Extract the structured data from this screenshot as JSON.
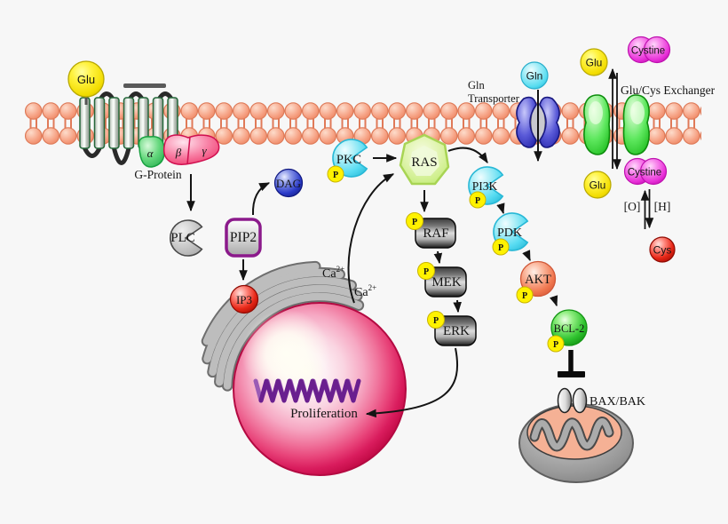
{
  "receptor_complex": {
    "ligand": "Glu",
    "g_protein": "G-Protein",
    "subunits": {
      "alpha": "α",
      "beta": "β",
      "gamma": "γ"
    }
  },
  "phospholipase_branch": {
    "plc": "PLC",
    "pip2": "PIP2",
    "dag": "DAG",
    "ip3": "IP3",
    "calcium": {
      "element": "Ca",
      "charge": "2+"
    }
  },
  "mapk_cascade": {
    "pkc": "PKC",
    "ras": "RAS",
    "raf": "RAF",
    "mek": "MEK",
    "erk": "ERK"
  },
  "pi3k_cascade": {
    "pi3k": "PI3K",
    "pdk": "PDK",
    "akt": "AKT",
    "bcl2": "BCL-2"
  },
  "phospho_badge": "P",
  "nucleus": {
    "proliferation": "Proliferation"
  },
  "mitochondria": {
    "bax_bak": "BAX/BAK"
  },
  "transport": {
    "gln_transporter": {
      "line1": "Gln",
      "line2": "Transporter",
      "substrate": "Gln"
    },
    "exchanger": {
      "label": "Glu/Cys Exchanger"
    }
  },
  "metabolites": {
    "glu": "Glu",
    "cystine": "Cystine",
    "cys": "Cys",
    "oxidized": "[O]",
    "reduced": "[H]"
  },
  "colors": {
    "membrane_head": "#F49A7C",
    "ligand_yellow": "#FFEE00",
    "kinase_cyan": "#5BDDF2",
    "ras_green": "#C6EE7E",
    "cascade_box_dark": "#3A3A3A",
    "ip3_red": "#E02010",
    "dag_blue": "#2A3AC8",
    "akt_salmon": "#F07850",
    "bcl2_green": "#2EC22E",
    "cystine_magenta": "#E935DD",
    "nucleus_crimson": "#C00C45",
    "pip2_purple": "#8B1A8B",
    "dna_purple": "#6B1F8F",
    "transporter_blue": "#3A3AC0",
    "exchanger_green": "#2ED22E"
  }
}
